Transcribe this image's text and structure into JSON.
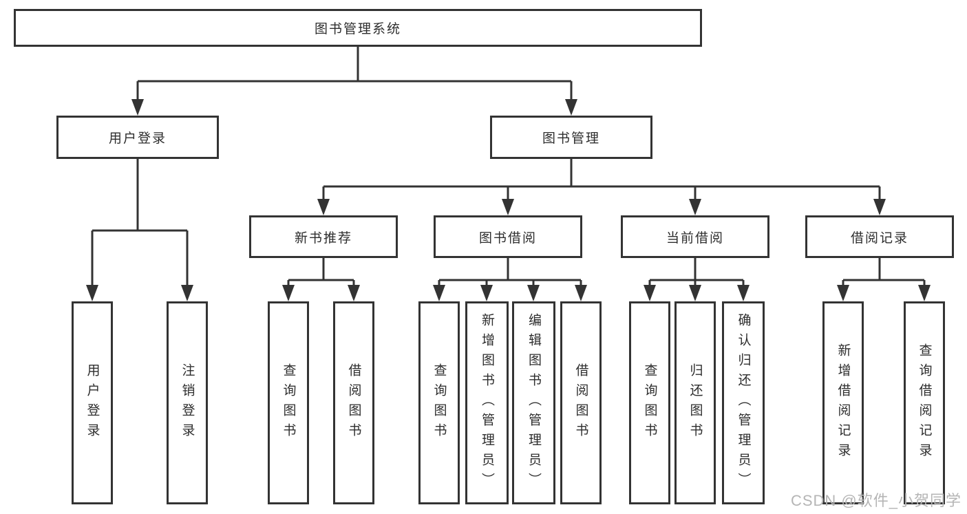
{
  "diagram": {
    "root": "图书管理系统",
    "login": {
      "label": "用户登录",
      "children": [
        "用户登录",
        "注销登录"
      ]
    },
    "management": {
      "label": "图书管理",
      "modules": [
        {
          "label": "新书推荐",
          "children": [
            "查询图书",
            "借阅图书"
          ]
        },
        {
          "label": "图书借阅",
          "children": [
            "查询图书",
            "新增图书（管理员）",
            "编辑图书（管理员）",
            "借阅图书"
          ]
        },
        {
          "label": "当前借阅",
          "children": [
            "查询图书",
            "归还图书",
            "确认归还（管理员）"
          ]
        },
        {
          "label": "借阅记录",
          "children": [
            "新增借阅记录",
            "查询借阅记录"
          ]
        }
      ]
    }
  },
  "watermark": "CSDN @软件_小贺同学",
  "colors": {
    "line": "#333333",
    "box_border": "#333333",
    "text": "#2d2d2d",
    "watermark": "#b5b5b5",
    "background": "#ffffff"
  }
}
